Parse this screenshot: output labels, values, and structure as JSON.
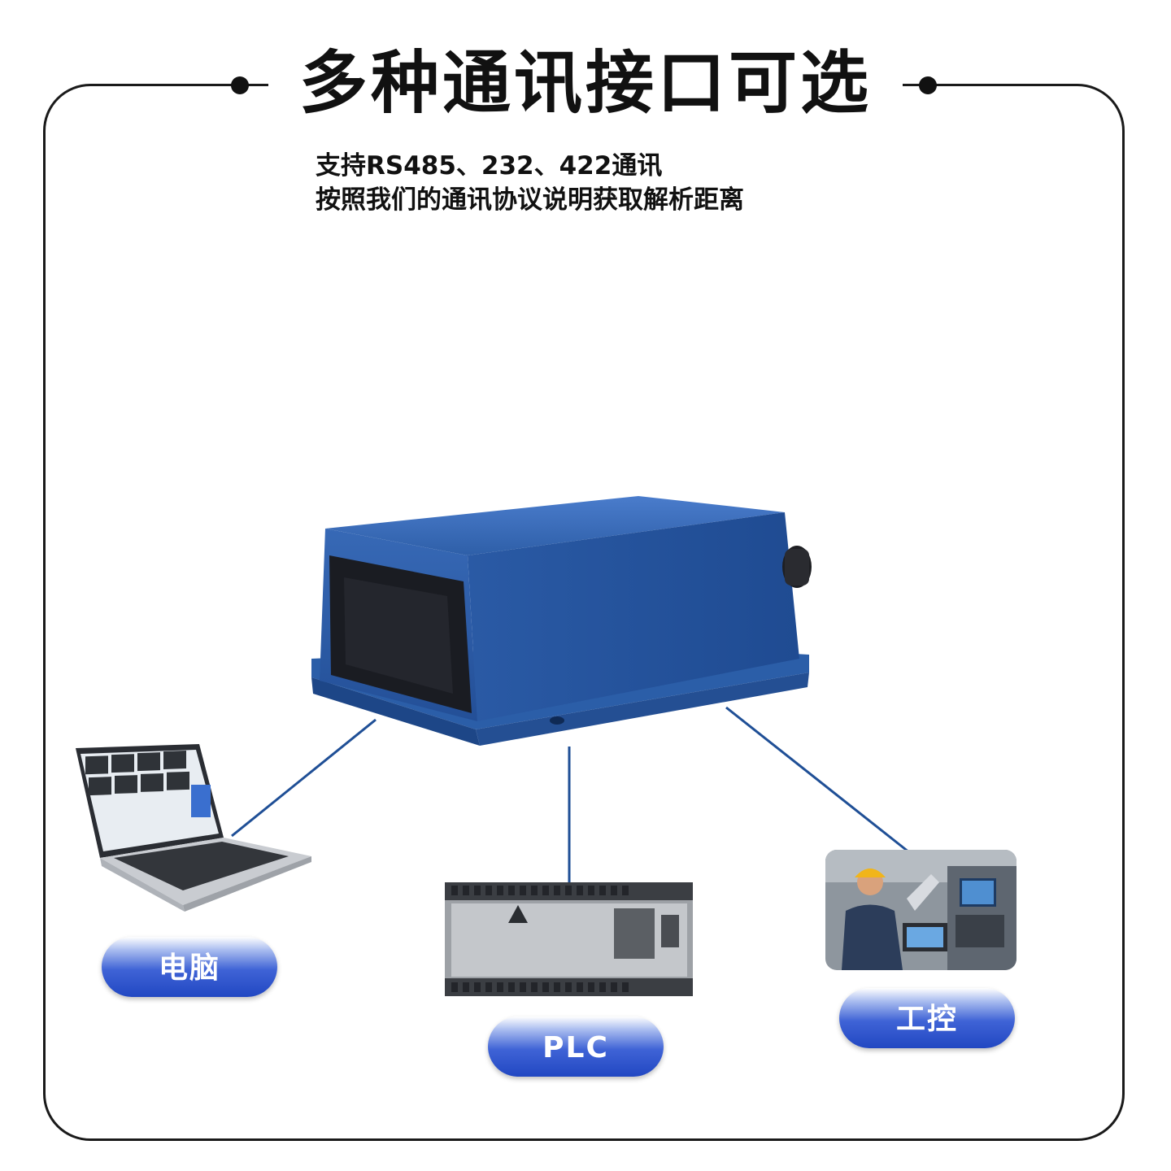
{
  "header": {
    "title": "多种通讯接口可选",
    "subtitle_line1": "支持RS485、232、422通讯",
    "subtitle_line2": "按照我们的通讯协议说明获取解析距离"
  },
  "targets": {
    "pc_label": "电脑",
    "plc_label": "PLC",
    "ipc_label": "工控"
  },
  "colors": {
    "device_blue": "#2e5fa8",
    "line_blue": "#1f4f96",
    "pill_blue": "#2147c2",
    "frame": "#1a1a1a"
  },
  "icons": {
    "pc": "laptop-icon",
    "plc": "plc-controller-icon",
    "ipc": "industrial-control-icon",
    "device": "laser-distance-sensor-image"
  }
}
